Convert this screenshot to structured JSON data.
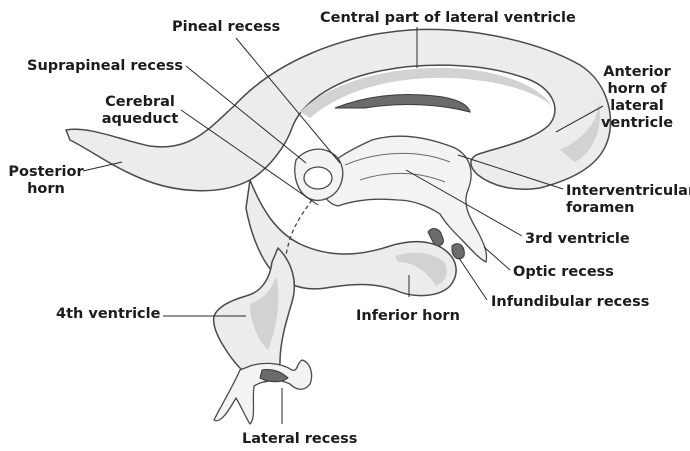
{
  "labels": {
    "central_part": "Central part of lateral ventricle",
    "pineal_recess": "Pineal recess",
    "suprapineal_recess": "Suprapineal recess",
    "cerebral_aqueduct_1": "Cerebral",
    "cerebral_aqueduct_2": "aqueduct",
    "anterior_horn_1": "Anterior",
    "anterior_horn_2": "horn of",
    "anterior_horn_3": "lateral",
    "anterior_horn_4": "ventricle",
    "posterior_horn_1": "Posterior",
    "posterior_horn_2": "horn",
    "interventricular_1": "Interventricular",
    "interventricular_2": "foramen",
    "third_ventricle": "3rd ventricle",
    "optic_recess": "Optic recess",
    "infundibular_recess": "Infundibular recess",
    "fourth_ventricle": "4th ventricle",
    "inferior_horn": "Inferior horn",
    "lateral_recess": "Lateral recess"
  },
  "colors": {
    "cast_fill": "#ececec",
    "outline": "#4a4a4a",
    "label_text": "#1c1c1c"
  }
}
